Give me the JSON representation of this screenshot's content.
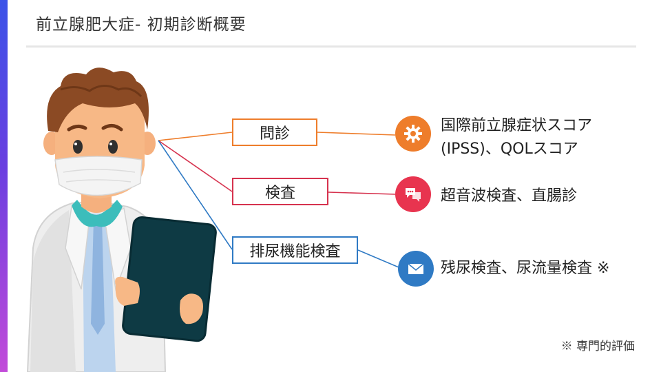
{
  "slide": {
    "title": "前立腺肥大症- 初期診断概要",
    "footnote": "※ 専門的評価"
  },
  "items": [
    {
      "label": "問診",
      "result_line1": "国際前立腺症状スコア",
      "result_line2": "(IPSS)、QOLスコア",
      "icon": "gear-icon",
      "color": "#ee7d2b"
    },
    {
      "label": "検査",
      "result_line1": "超音波検査、直腸診",
      "icon": "chat-bubbles-icon",
      "color": "#e8344f"
    },
    {
      "label": "排尿機能検査",
      "result_line1": "残尿検査、尿流量検査 ※",
      "icon": "envelope-icon",
      "color": "#2f7ac4"
    }
  ]
}
